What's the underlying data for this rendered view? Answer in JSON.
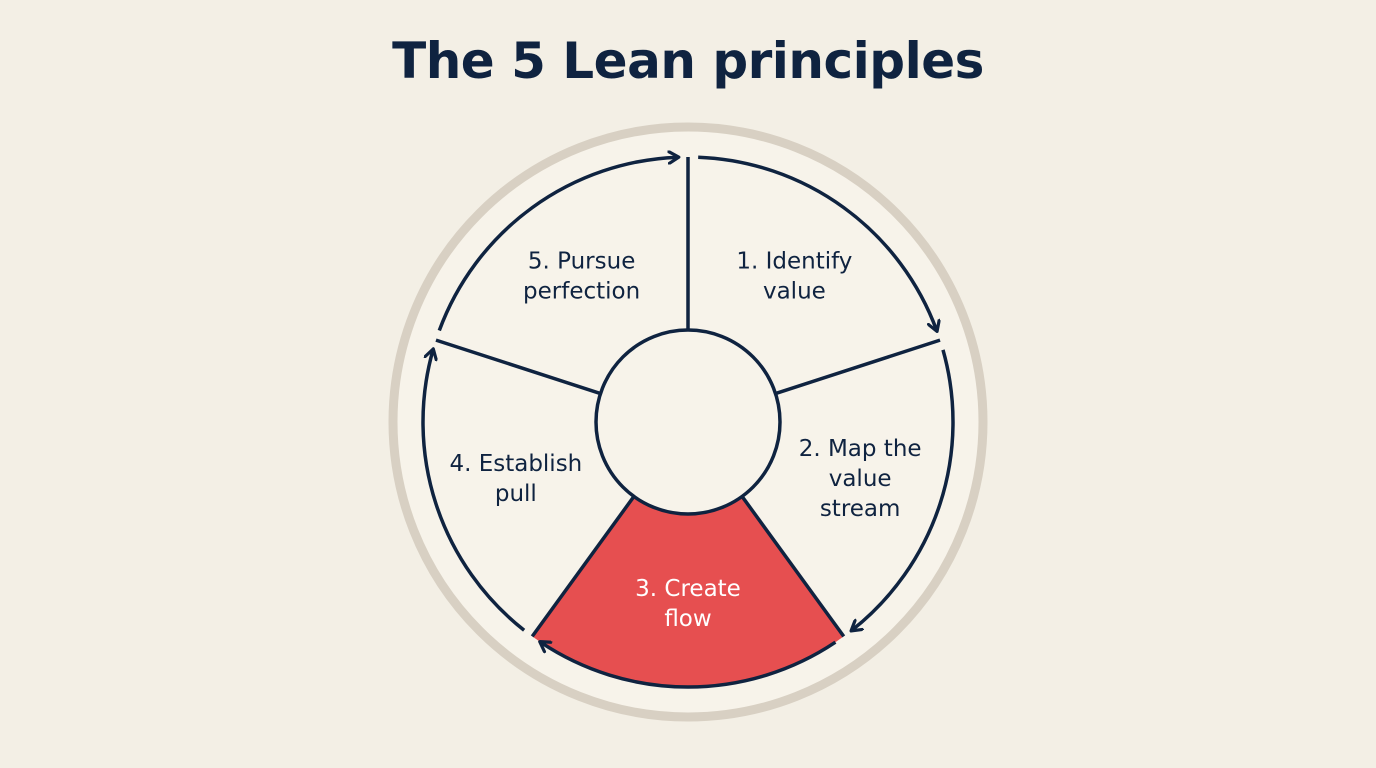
{
  "title": "The 5 Lean principles",
  "colors": {
    "background": "#f3efe5",
    "ring": "#d8d0c3",
    "wheel_fill": "#f7f3ea",
    "stroke": "#0f2340",
    "highlight": "#e64f50"
  },
  "segments": [
    {
      "id": "identify-value",
      "lines": [
        "1. Identify",
        "value"
      ],
      "highlighted": false
    },
    {
      "id": "map-value-stream",
      "lines": [
        "2. Map the",
        "value",
        "stream"
      ],
      "highlighted": false
    },
    {
      "id": "create-flow",
      "lines": [
        "3. Create",
        "flow"
      ],
      "highlighted": true
    },
    {
      "id": "establish-pull",
      "lines": [
        "4. Establish",
        "pull"
      ],
      "highlighted": false
    },
    {
      "id": "pursue-perfection",
      "lines": [
        "5. Pursue",
        "perfection"
      ],
      "highlighted": false
    }
  ]
}
